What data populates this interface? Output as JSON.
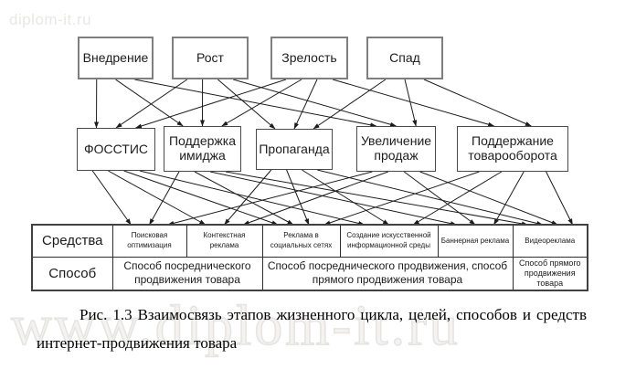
{
  "watermarks": {
    "top_left": "diplom-it.ru",
    "bottom": "www.diplom-it.ru"
  },
  "diagram": {
    "stages": [
      {
        "id": "vnedrenie",
        "label": "Внедрение"
      },
      {
        "id": "rost",
        "label": "Рост"
      },
      {
        "id": "zrelost",
        "label": "Зрелость"
      },
      {
        "id": "spad",
        "label": "Спад"
      }
    ],
    "goals": [
      {
        "id": "fosstis",
        "label": "ФОССТИС"
      },
      {
        "id": "imidzh",
        "label": "Поддержка имиджа"
      },
      {
        "id": "propaganda",
        "label": "Пропаганда"
      },
      {
        "id": "prodazhi",
        "label": "Увеличение продаж"
      },
      {
        "id": "tovarooborot",
        "label": "Поддержание товарооборота"
      }
    ],
    "edges_stages_to_goals": [
      [
        "vnedrenie",
        "fosstis"
      ],
      [
        "vnedrenie",
        "imidzh"
      ],
      [
        "vnedrenie",
        "prodazhi"
      ],
      [
        "rost",
        "fosstis"
      ],
      [
        "rost",
        "imidzh"
      ],
      [
        "rost",
        "propaganda"
      ],
      [
        "rost",
        "prodazhi"
      ],
      [
        "zrelost",
        "fosstis"
      ],
      [
        "zrelost",
        "imidzh"
      ],
      [
        "zrelost",
        "propaganda"
      ],
      [
        "zrelost",
        "tovarooborot"
      ],
      [
        "spad",
        "propaganda"
      ],
      [
        "spad",
        "prodazhi"
      ],
      [
        "spad",
        "tovarooborot"
      ]
    ],
    "edges_goals_to_means": [
      [
        "fosstis",
        "m0"
      ],
      [
        "fosstis",
        "m1"
      ],
      [
        "fosstis",
        "m2"
      ],
      [
        "fosstis",
        "m3"
      ],
      [
        "imidzh",
        "m0"
      ],
      [
        "imidzh",
        "m2"
      ],
      [
        "imidzh",
        "m4"
      ],
      [
        "imidzh",
        "m5"
      ],
      [
        "propaganda",
        "m1"
      ],
      [
        "propaganda",
        "m2"
      ],
      [
        "propaganda",
        "m3"
      ],
      [
        "propaganda",
        "m5"
      ],
      [
        "prodazhi",
        "m0"
      ],
      [
        "prodazhi",
        "m1"
      ],
      [
        "prodazhi",
        "m4"
      ],
      [
        "prodazhi",
        "m5"
      ],
      [
        "tovarooborot",
        "m2"
      ],
      [
        "tovarooborot",
        "m3"
      ],
      [
        "tovarooborot",
        "m4"
      ],
      [
        "tovarooborot",
        "m5"
      ]
    ],
    "arrow_color": "#1c1c1c"
  },
  "table": {
    "means_header": "Средства",
    "means": [
      "Поисковая оптимизация",
      "Контекстная реклама",
      "Реклама в социальных сетях",
      "Создание искусственной информационной среды",
      "Баннерная реклама",
      "Видеореклама"
    ],
    "method_header": "Способ",
    "methods": [
      {
        "label": "Способ посреднического продвижения товара",
        "span": 2
      },
      {
        "label": "Способ посреднического продвижения, способ прямого продвижения товара",
        "span": 3
      },
      {
        "label": "Способ прямого продвижения товара",
        "span": 1
      }
    ]
  },
  "caption": "Рис. 1.3 Взаимосвязь этапов жизненного цикла, целей, способов и средств интернет-продвижения товара"
}
